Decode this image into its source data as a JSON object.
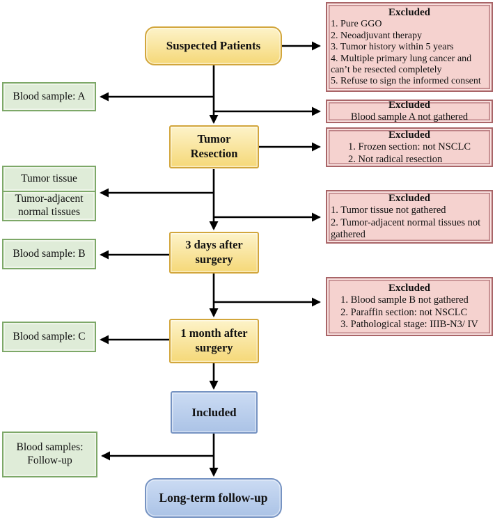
{
  "diagram": {
    "nodes": {
      "suspected": "Suspected Patients",
      "tumor_resection": "Tumor Resection",
      "three_days": "3 days after surgery",
      "one_month": "1 month after surgery",
      "included": "Included",
      "long_term": "Long-term follow-up"
    },
    "samples": {
      "blood_a": "Blood sample: A",
      "tumor_tissue": "Tumor tissue",
      "tumor_adjacent": "Tumor-adjacent normal tissues",
      "blood_b": "Blood sample: B",
      "blood_c": "Blood sample: C",
      "follow_up": "Blood samples: Follow-up"
    },
    "excluded": [
      {
        "title": "Excluded",
        "items": [
          "1. Pure GGO",
          "2. Neoadjuvant therapy",
          "3. Tumor history within 5 years",
          "4. Multiple primary lung cancer and can’t be resected completely",
          "5. Refuse to sign the informed consent"
        ]
      },
      {
        "title": "Excluded",
        "items": [
          "Blood sample A not gathered"
        ]
      },
      {
        "title": "Excluded",
        "items": [
          "1. Frozen section: not NSCLC",
          "2. Not radical resection"
        ]
      },
      {
        "title": "Excluded",
        "items": [
          "1. Tumor tissue not gathered",
          "2. Tumor-adjacent normal tissues not gathered"
        ]
      },
      {
        "title": "Excluded",
        "items": [
          "1. Blood sample B not gathered",
          "2. Paraffin section: not NSCLC",
          "3. Pathological stage: IIIB-N3/ IV"
        ]
      }
    ],
    "colors": {
      "process_fill_top": "#fdf3c9",
      "process_fill_bottom": "#f5d878",
      "process_border": "#d2a63c",
      "sample_fill": "#dfecd8",
      "sample_border": "#7da868",
      "excluded_fill": "#f5d2cf",
      "excluded_border": "#a96568",
      "result_fill_top": "#cbdbf3",
      "result_fill_bottom": "#abc3e6",
      "result_border": "#7693c2",
      "arrow": "#000000"
    }
  }
}
